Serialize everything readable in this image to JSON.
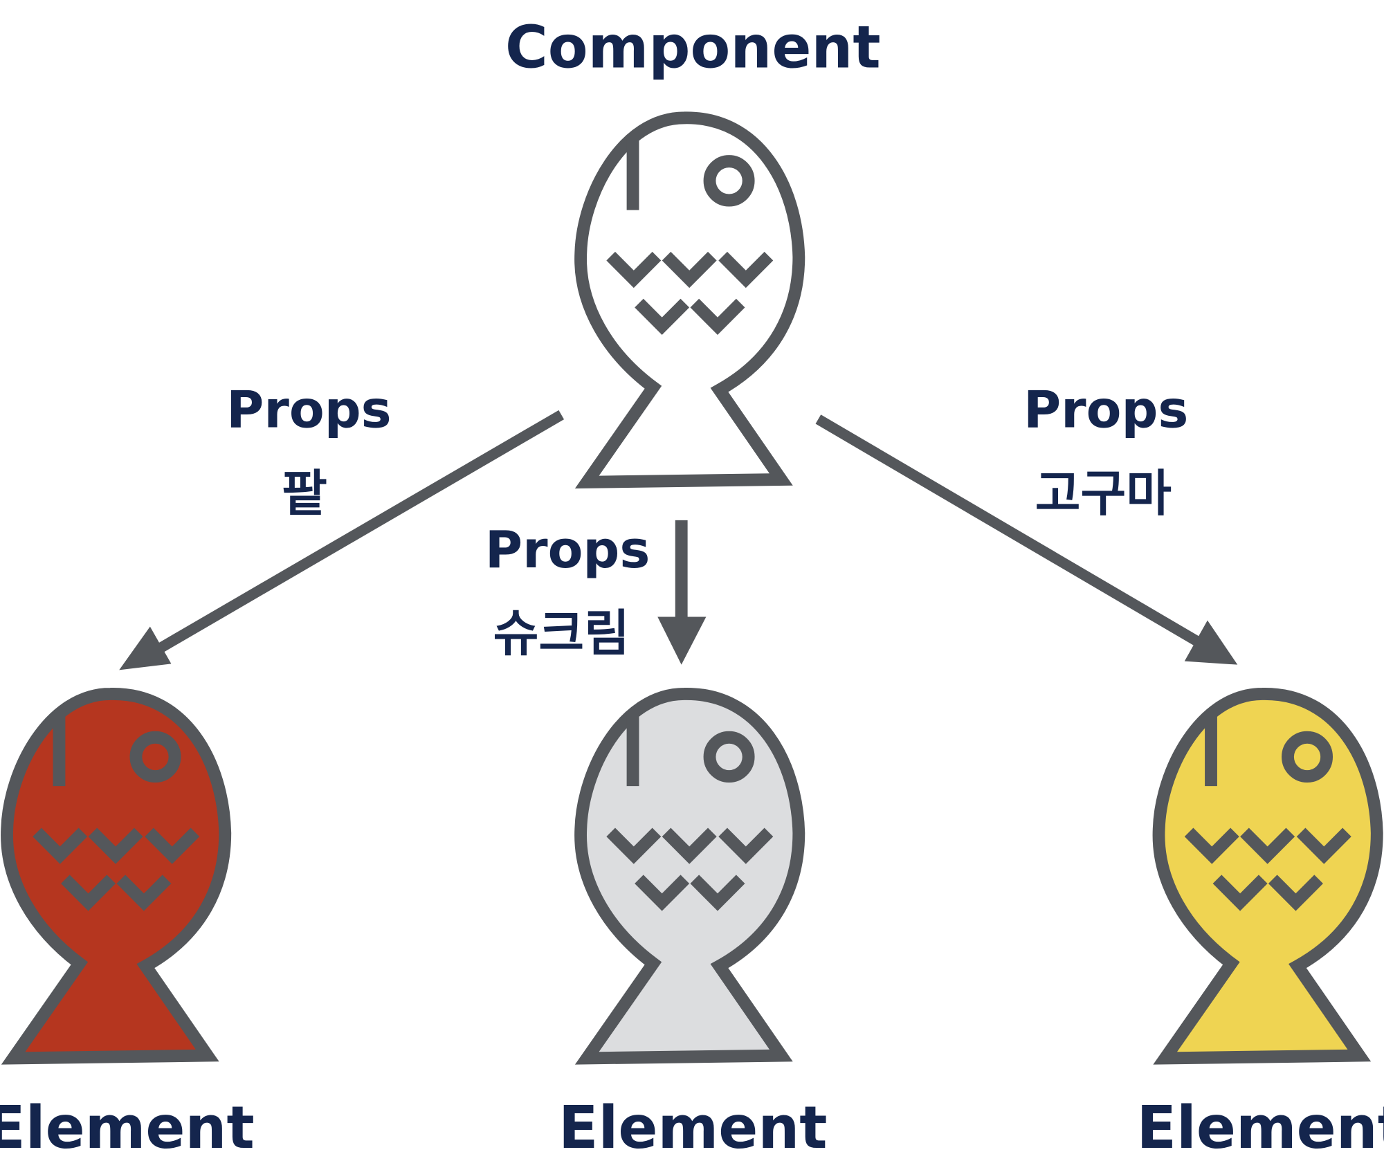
{
  "colors": {
    "stroke": "#54575B",
    "text": "#14254D",
    "component_fill": "#FFFFFF",
    "red_fill": "#B5361F",
    "gray_fill": "#DCDDDF",
    "yellow_fill": "#EFD452"
  },
  "component": {
    "label": "Component"
  },
  "edges": [
    {
      "props_label": "Props",
      "value": "팥"
    },
    {
      "props_label": "Props",
      "value": "슈크림"
    },
    {
      "props_label": "Props",
      "value": "고구마"
    }
  ],
  "elements": [
    {
      "label": "Element"
    },
    {
      "label": "Element"
    },
    {
      "label": "Element"
    }
  ]
}
